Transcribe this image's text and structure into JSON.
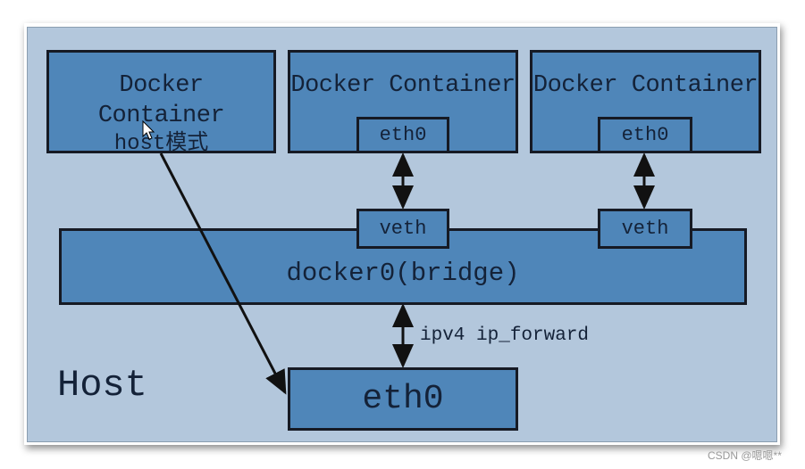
{
  "containers": [
    {
      "title": "Docker Container",
      "subtitle": "host模式"
    },
    {
      "title": "Docker Container",
      "interface": "eth0",
      "veth": "veth"
    },
    {
      "title": "Docker Container",
      "interface": "eth0",
      "veth": "veth"
    }
  ],
  "bridge": {
    "label": "docker0(bridge)"
  },
  "forward_label": "ipv4 ip_forward",
  "host": {
    "label": "Host",
    "interface": "eth0"
  },
  "watermark": "CSDN @嗯嗯**"
}
